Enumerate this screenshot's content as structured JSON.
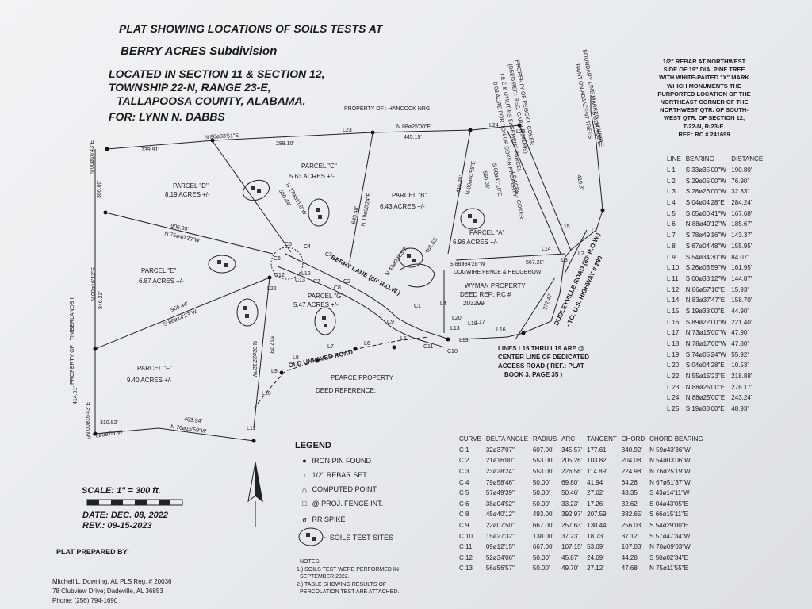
{
  "header": {
    "line1": "PLAT SHOWING LOCATIONS OF SOILS TESTS AT",
    "subdivision": "BERRY ACRES Subdivision",
    "loc1": "LOCATED IN SECTION 11 & SECTION 12,",
    "loc2": "TOWNSHIP 22-N, RANGE 23-E,",
    "loc3": "TALLAPOOSA COUNTY, ALABAMA.",
    "for": "FOR: LYNN N. DABBS"
  },
  "rebar_note": "1/2\" REBAR AT NORTHWEST SIDE OF 19\" DIA. PINE TREE WITH WHITE-PAITED \"X\" MARK WHICH MONUMENTS THE PURPORTED LOCATION OF THE NORTHEAST CORNER OF THE NORTHWEST QTR. OF SOUTH-WEST QTR. OF SECTION 12, T-22-N, R-23-E. REF.: RC # 241699",
  "rebar_lines": [
    "1/2\" REBAR AT NORTHWEST",
    "SIDE OF 19\" DIA. PINE TREE",
    "WITH WHITE-PAITED \"X\" MARK",
    "WHICH MONUMENTS THE",
    "PURPORTED LOCATION OF THE",
    "NORTHEAST CORNER OF THE",
    "NORTHWEST QTR. OF SOUTH-",
    "WEST QTR. OF SECTION 12,",
    "T-22-N, R-23-E.",
    "REF.: RC # 241699"
  ],
  "parcels": {
    "a": {
      "name": "PARCEL \"A\"",
      "acres": "6.96 ACRES +/-"
    },
    "b": {
      "name": "PARCEL \"B\"",
      "acres": "6.43 ACRES +/-"
    },
    "c": {
      "name": "PARCEL \"C\"",
      "acres": "5.63 ACRES +/-"
    },
    "d": {
      "name": "PARCEL \"D\"",
      "acres": "8.19 ACRES +/-"
    },
    "e": {
      "name": "PARCEL \"E\"",
      "acres": "6.87 ACRES +/-"
    },
    "f": {
      "name": "PARCEL \"F\"",
      "acres": "9.40 ACRES +/-"
    },
    "g": {
      "name": "PARCEL \"G\"",
      "acres": "5.47 ACRES +/-"
    }
  },
  "plat_labels": {
    "hancock": "PROPERTY OF : HANCOCK NRG",
    "n86_33": "N 86ø33'51\"E",
    "d739": "739.91'",
    "d288": "288.10'",
    "n88_25_top": "N 88ø25'00\"E",
    "d445": "445.15'",
    "n00_16_a": "N 00ø16'43\"E",
    "d300": "300.00'",
    "n17_51": "N 17ø51'00\"W",
    "d560": "560.44'",
    "n19_08": "N 19ø08'24\"E",
    "d645": "645.48'",
    "n06_40": "N 06ø40'55\"E",
    "d416": "416.25'",
    "s00_41": "S 00ø41'10\"E",
    "d550": "550.05'",
    "d906": "906.90'",
    "n75_40": "N 75ø40'39\"W",
    "n00_16_b": "N 00ø16'43\"E",
    "d846": "846.23'",
    "d966": "966.44'",
    "s66_14": "S 66ø14'23\"W",
    "n02_22": "N 02ø22'12\"W",
    "d517": "517.23'",
    "n42_09": "N 42ø09'33\"E",
    "d461": "461.63'",
    "s88_34": "S 88ø34'28\"W",
    "d567": "567.28'",
    "n00_16_c": "N 00ø16'43\"E",
    "d414": "414.91'",
    "d310": "310.82'",
    "s70_09": "S 70ø09'05\"W",
    "d483": "483.94'",
    "n76_15": "N 76ø15'59\"W",
    "d372": "372.47'",
    "s01_09": "S 01ø09'00\"E",
    "d410": "410.8'",
    "berry_lane": "BERRY LANE (60' R.O.W.)",
    "old_road": "OLD UNPAVED ROAD",
    "pearce": "PEARCE PROPERTY",
    "deed_ref": "DEED REFERENCE:",
    "wyman1": "WYMAN PROPERTY",
    "wyman2": "DEED REF.: RC #",
    "wyman3": "203299",
    "dogwire": "DOGWIRE FENCE & HEDGEROW",
    "dudleyville": "DUDLEYVILLE ROAD (80' R.O.W.)",
    "to_hwy": "~TO: U.S. HIGHWAY # 280",
    "coker1": "PROPERTY OF PEGGY I. COKER",
    "coker2": "(DEED REF.: REC. CARD # 241699)",
    "coker3": "I & E & UTILITIES EASEMENT PARCEL",
    "coker4": "0.03 ACRE PORTION OF COKER PROPERTY",
    "coker5": "1.0 ACRE - COKER",
    "boundary1": "BOUNDARY LINE MARKED BY WHITE",
    "boundary2": "PAINT ON ADJACENT TREES",
    "timberlands": "PROPERTY OF : TIMBERLANDS II",
    "center_note1": "LINES L16 THRU L19 ARE @",
    "center_note2": "CENTER LINE OF DEDICATED",
    "center_note3": "ACCESS ROAD ( REF.: PLAT",
    "center_note4": "BOOK 3, PAGE 35 )"
  },
  "line_labels": [
    "L23",
    "L24",
    "L25",
    "L1",
    "L2",
    "L3",
    "L4",
    "L5",
    "L6",
    "L7",
    "L8",
    "L9",
    "L10",
    "L11",
    "L12",
    "L13",
    "L14",
    "L15",
    "L16",
    "L17",
    "L18",
    "L19",
    "L20",
    "L22"
  ],
  "curve_labels": [
    "C1",
    "C2",
    "C3",
    "C4",
    "C5",
    "C6",
    "C7",
    "C8",
    "C9",
    "C10",
    "C11",
    "C12",
    "C13"
  ],
  "line_table": {
    "headers": [
      "LINE",
      "BEARING",
      "DISTANCE"
    ],
    "rows": [
      [
        "L 1",
        "S 33ø35'00\"W",
        "190.80'"
      ],
      [
        "L 2",
        "S 29ø05'00\"W",
        "76.90'"
      ],
      [
        "L 3",
        "S 28ø26'00\"W",
        "32.33'"
      ],
      [
        "L 4",
        "S 04ø04'28\"E",
        "284.24'"
      ],
      [
        "L 5",
        "S 65ø00'41\"W",
        "167.68'"
      ],
      [
        "L 6",
        "N 88ø49'12\"W",
        "185.67'"
      ],
      [
        "L 7",
        "S 78ø49'16\"W",
        "143.37'"
      ],
      [
        "L 8",
        "S 67ø04'48\"W",
        "155.95'"
      ],
      [
        "L 9",
        "S 54ø34'30\"W",
        "84.07'"
      ],
      [
        "L 10",
        "S 26ø03'59\"W",
        "161.95'"
      ],
      [
        "L 11",
        "S 00ø33'12\"W",
        "144.87'"
      ],
      [
        "L 12",
        "N 86ø57'10\"E",
        "15.93'"
      ],
      [
        "L 14",
        "N 83ø37'47\"E",
        "158.70'"
      ],
      [
        "L 15",
        "S 19ø33'00\"E",
        "44.90'"
      ],
      [
        "L 16",
        "S 89ø22'00\"W",
        "221.40'"
      ],
      [
        "L 17",
        "N 73ø15'00\"W",
        "47.90'"
      ],
      [
        "L 18",
        "N 78ø17'00\"W",
        "47.80'"
      ],
      [
        "L 19",
        "S 74ø05'24\"W",
        "55.92'"
      ],
      [
        "L 20",
        "S 04ø04'28\"E",
        "10.53'"
      ],
      [
        "L 22",
        "N 55ø15'23\"E",
        "218.88'"
      ],
      [
        "L 23",
        "N 88ø25'00\"E",
        "276.17'"
      ],
      [
        "L 24",
        "N 88ø25'00\"E",
        "243.24'"
      ],
      [
        "L 25",
        "S 19ø33'00\"E",
        "48.93'"
      ]
    ]
  },
  "curve_table": {
    "headers": [
      "CURVE",
      "DELTA ANGLE",
      "RADIUS",
      "ARC",
      "TANGENT",
      "CHORD",
      "CHORD BEARING"
    ],
    "rows": [
      [
        "C 1",
        "32ø37'07\"",
        "607.00'",
        "345.57'",
        "177.61'",
        "340.92'",
        "N 59ø43'36\"W"
      ],
      [
        "C 2",
        "21ø16'00\"",
        "553.00'",
        "205.26'",
        "103.82'",
        "204.08'",
        "N 54ø03'06\"W"
      ],
      [
        "C 3",
        "23ø28'24\"",
        "553.00'",
        "226.56'",
        "114.89'",
        "224.98'",
        "N 76ø25'19\"W"
      ],
      [
        "C 4",
        "79ø58'46\"",
        "50.00'",
        "69.80'",
        "41.94'",
        "64.26'",
        "N 67ø51'37\"W"
      ],
      [
        "C 5",
        "57ø49'39\"",
        "50.00'",
        "50.46'",
        "27.62'",
        "48.35'",
        "S 43ø14'11\"W"
      ],
      [
        "C 6",
        "38ø04'52\"",
        "50.00'",
        "33.23'",
        "17.26'",
        "32.62'",
        "S 04ø43'05\"E"
      ],
      [
        "C 8",
        "45ø40'12\"",
        "493.00'",
        "392.97'",
        "207.59'",
        "382.65'",
        "S 66ø15'11\"E"
      ],
      [
        "C 9",
        "22ø07'50\"",
        "667.00'",
        "257.63'",
        "130.44'",
        "256.03'",
        "S 54ø29'00\"E"
      ],
      [
        "C 10",
        "15ø27'32\"",
        "138.00'",
        "37.23'",
        "18.73'",
        "37.12'",
        "S 57ø47'34\"W"
      ],
      [
        "C 11",
        "09ø12'15\"",
        "667.00'",
        "107.15'",
        "53.69'",
        "107.03'",
        "N 70ø09'03\"W"
      ],
      [
        "C 12",
        "52ø34'06\"",
        "50.00'",
        "45.87'",
        "24.69'",
        "44.28'",
        "S 50ø02'34\"E"
      ],
      [
        "C 13",
        "56ø56'57\"",
        "50.00'",
        "49.70'",
        "27.12'",
        "47.68'",
        "N 75ø11'55\"E"
      ]
    ]
  },
  "legend": {
    "title": "LEGEND",
    "items": [
      {
        "sym": "●",
        "label": "IRON PIN FOUND"
      },
      {
        "sym": "◦",
        "label": "1/2\" REBAR SET"
      },
      {
        "sym": "△",
        "label": "COMPUTED POINT"
      },
      {
        "sym": "□",
        "label": "@ PROJ. FENCE INT."
      },
      {
        "sym": "ø",
        "label": "RR SPIKE"
      },
      {
        "sym": "",
        "label": "~ SOILS TEST SITES"
      }
    ]
  },
  "scale": "SCALE: 1\" = 300 ft.",
  "date": "DATE: DEC. 08, 2022",
  "rev": "REV.: 09-15-2023",
  "notes": {
    "title": "NOTES:",
    "n1a": "1.) SOILS TEST WERE PERFORMED IN",
    "n1b": "SEPTEMBER 2022.",
    "n2a": "2.) TABLE SHOWING RESULTS OF",
    "n2b": "PERCOLATION TEST ARE ATTACHED."
  },
  "prepared": {
    "title": "PLAT PREPARED BY:",
    "name": "Mitchell L. Downing, AL PLS Reg. # 20036",
    "addr": "78 Clubview Drive; Dadeville, AL 36853",
    "phone": "Phone: (256) 794-1690"
  }
}
